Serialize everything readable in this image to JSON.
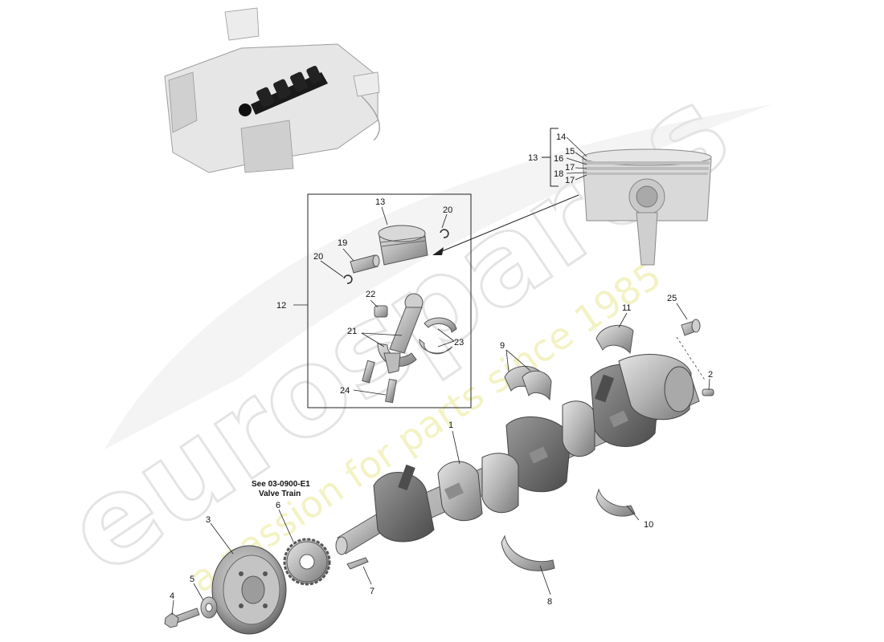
{
  "watermark": {
    "brand": "eurospares",
    "tagline": "a passion for parts since 1985",
    "brand_color": "#e9e9e9",
    "tagline_color": "#f3f2c4"
  },
  "reference_note": {
    "line1": "See 03-0900-E1",
    "line2": "Valve Train"
  },
  "colors": {
    "part_fill": "#bdbdbd",
    "part_dark": "#6e6e6e",
    "part_light": "#dedede",
    "line": "#222222"
  },
  "callouts": {
    "c1": "1",
    "c2": "2",
    "c3": "3",
    "c4": "4",
    "c5": "5",
    "c6": "6",
    "c7": "7",
    "c8": "8",
    "c9": "9",
    "c10": "10",
    "c11": "11",
    "c12": "12",
    "c13_group": "13",
    "c13": "13",
    "c14": "14",
    "c15": "15",
    "c16": "16",
    "c17a": "17",
    "c17b": "17",
    "c18": "18",
    "c19": "19",
    "c20a": "20",
    "c20b": "20",
    "c21": "21",
    "c22": "22",
    "c23": "23",
    "c24": "24",
    "c25": "25"
  }
}
